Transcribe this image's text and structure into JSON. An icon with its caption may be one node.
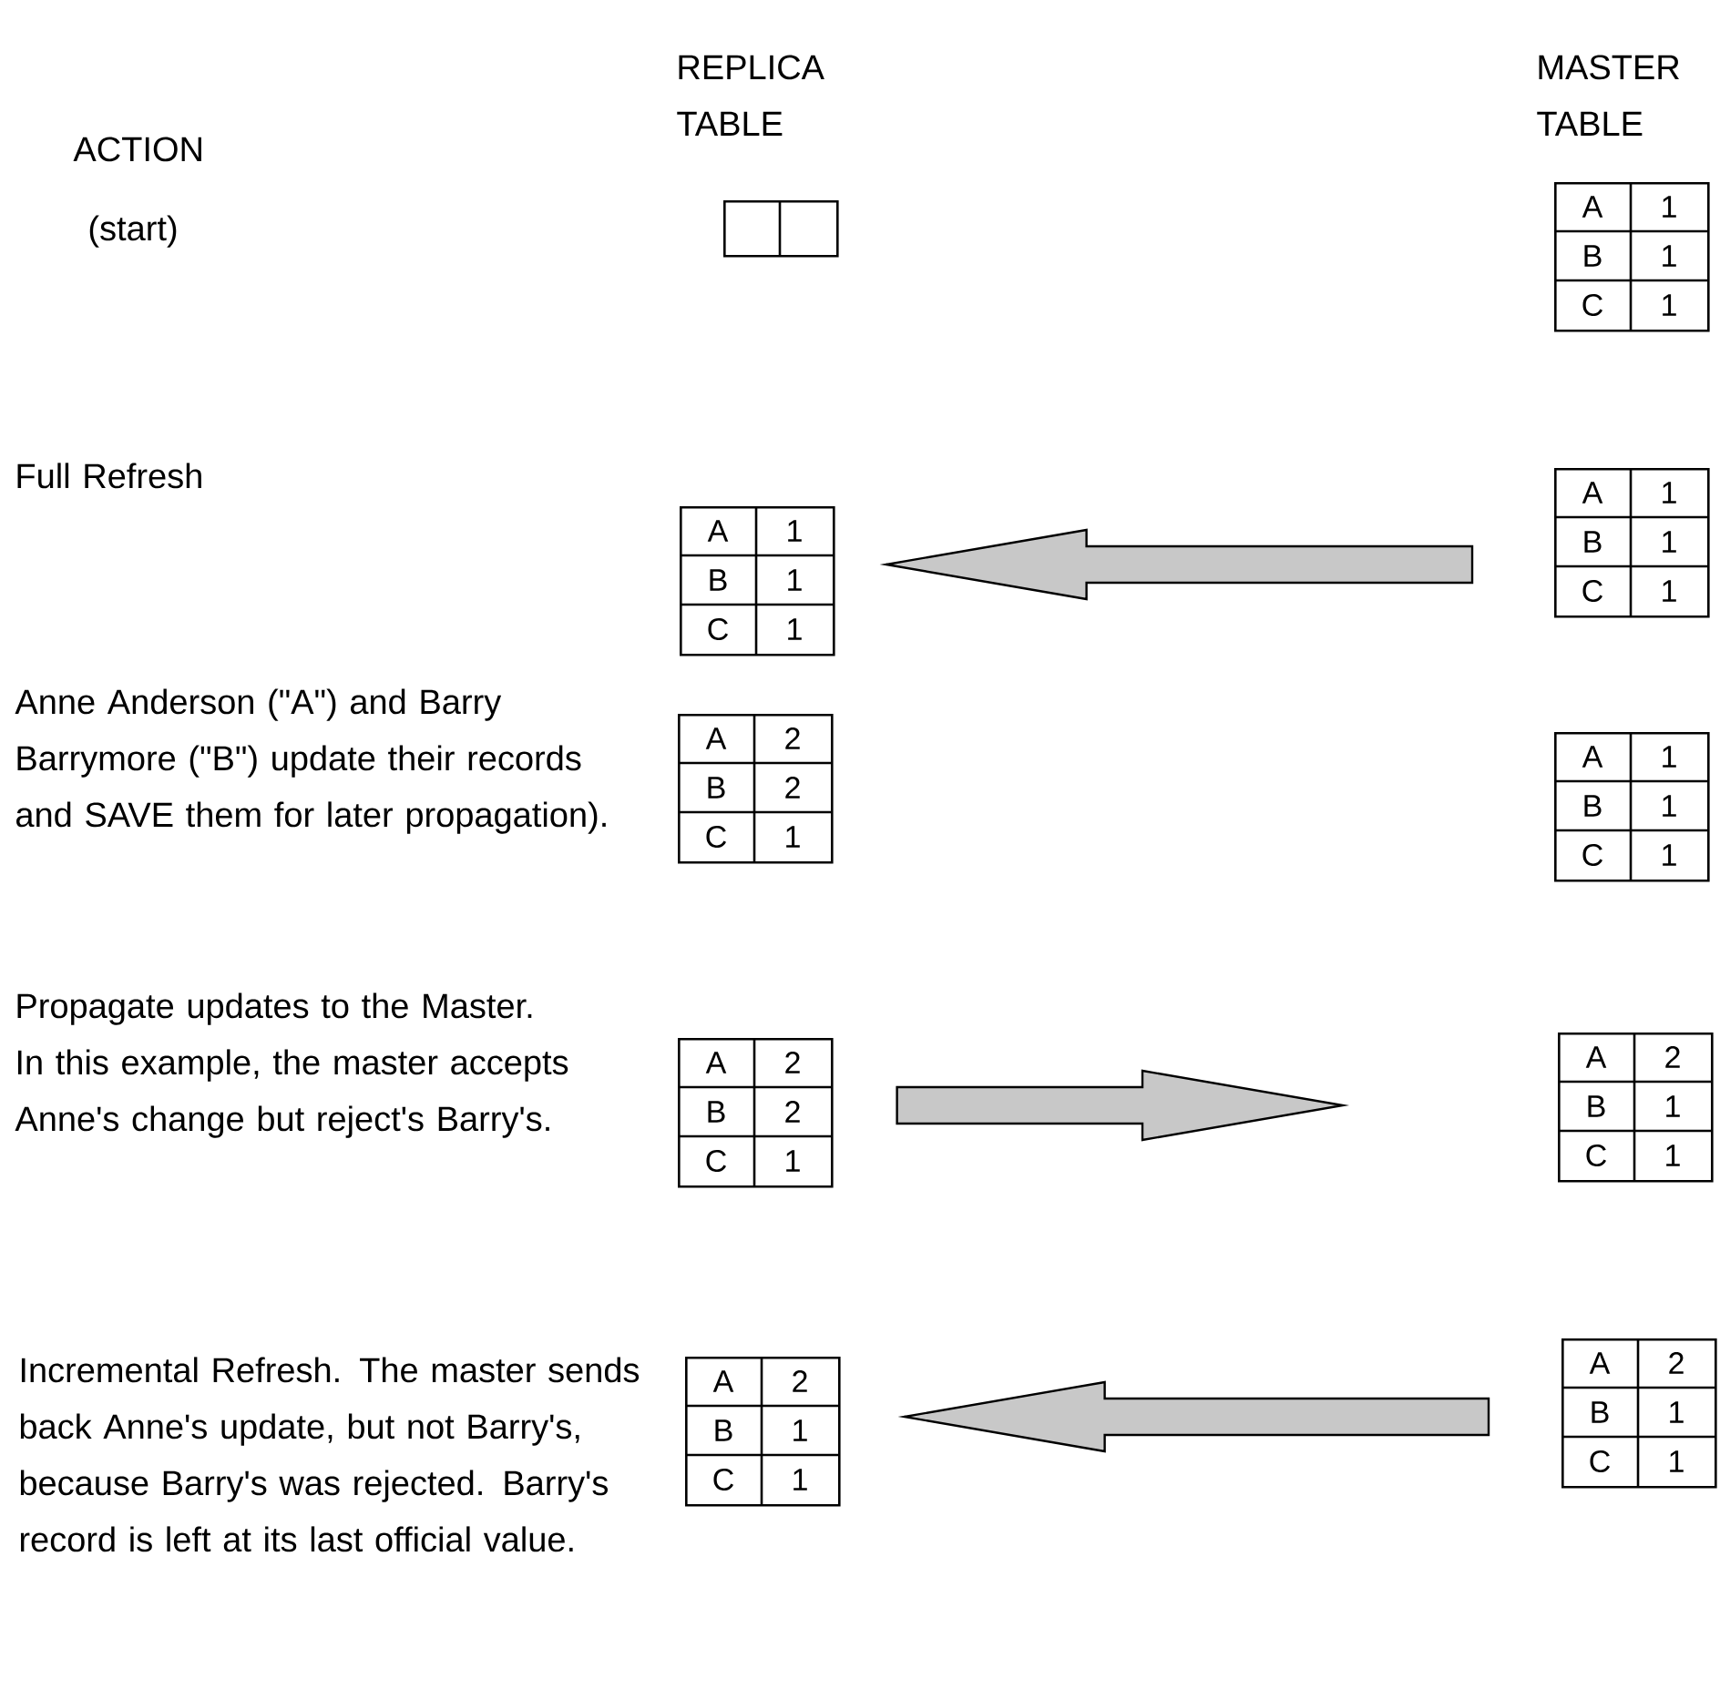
{
  "diagram": {
    "nodes": [
      {
        "text": [],
        "shape": "box"
      },
      {
        "text": [
          "A",
          "1",
          "B",
          "1",
          "C",
          "1"
        ]
      },
      {
        "text": [
          "A",
          "1",
          "B",
          "1",
          "C",
          "1"
        ]
      },
      {
        "text": [
          "A",
          "1",
          "B",
          "1",
          "C",
          "1"
        ]
      },
      {
        "text": [
          "A",
          "2",
          "B",
          "2",
          "C",
          "1"
        ]
      },
      {
        "text": [
          "A",
          "1",
          "B",
          "1",
          "C",
          "1"
        ]
      },
      {
        "text": [
          "A",
          "2",
          "B",
          "2",
          "C",
          "1"
        ]
      },
      {
        "text": [
          "A",
          "2",
          "B",
          "1",
          "C",
          "1"
        ]
      },
      {
        "text": [
          "A",
          "2",
          "B",
          "1",
          "C",
          "1"
        ]
      },
      {
        "text": [
          "A",
          "2",
          "B",
          "1",
          "C",
          "1"
        ]
      }
    ],
    "edges": [
      {
        "from": 3,
        "to": 2,
        "arrow": "to"
      },
      {
        "from": 6,
        "to": 7,
        "arrow": "to"
      },
      {
        "from": 9,
        "to": 8,
        "arrow": "to"
      }
    ],
    "labels": [
      "REPLICA TABLE",
      "MASTER TABLE",
      "ACTION",
      "(start)",
      "Full Refresh",
      "Anne Anderson (\"A\") and Barry Barrymore (\"B\") update their records and SAVE them for later propagation).",
      "Propagate updates to the Master. In this example, the master accepts Anne's change but reject's Barry's.",
      "Incremental Refresh. The master sends back Anne's update, but not Barry's, because Barry's was rejected. Barry's record is left at its last official value."
    ]
  }
}
